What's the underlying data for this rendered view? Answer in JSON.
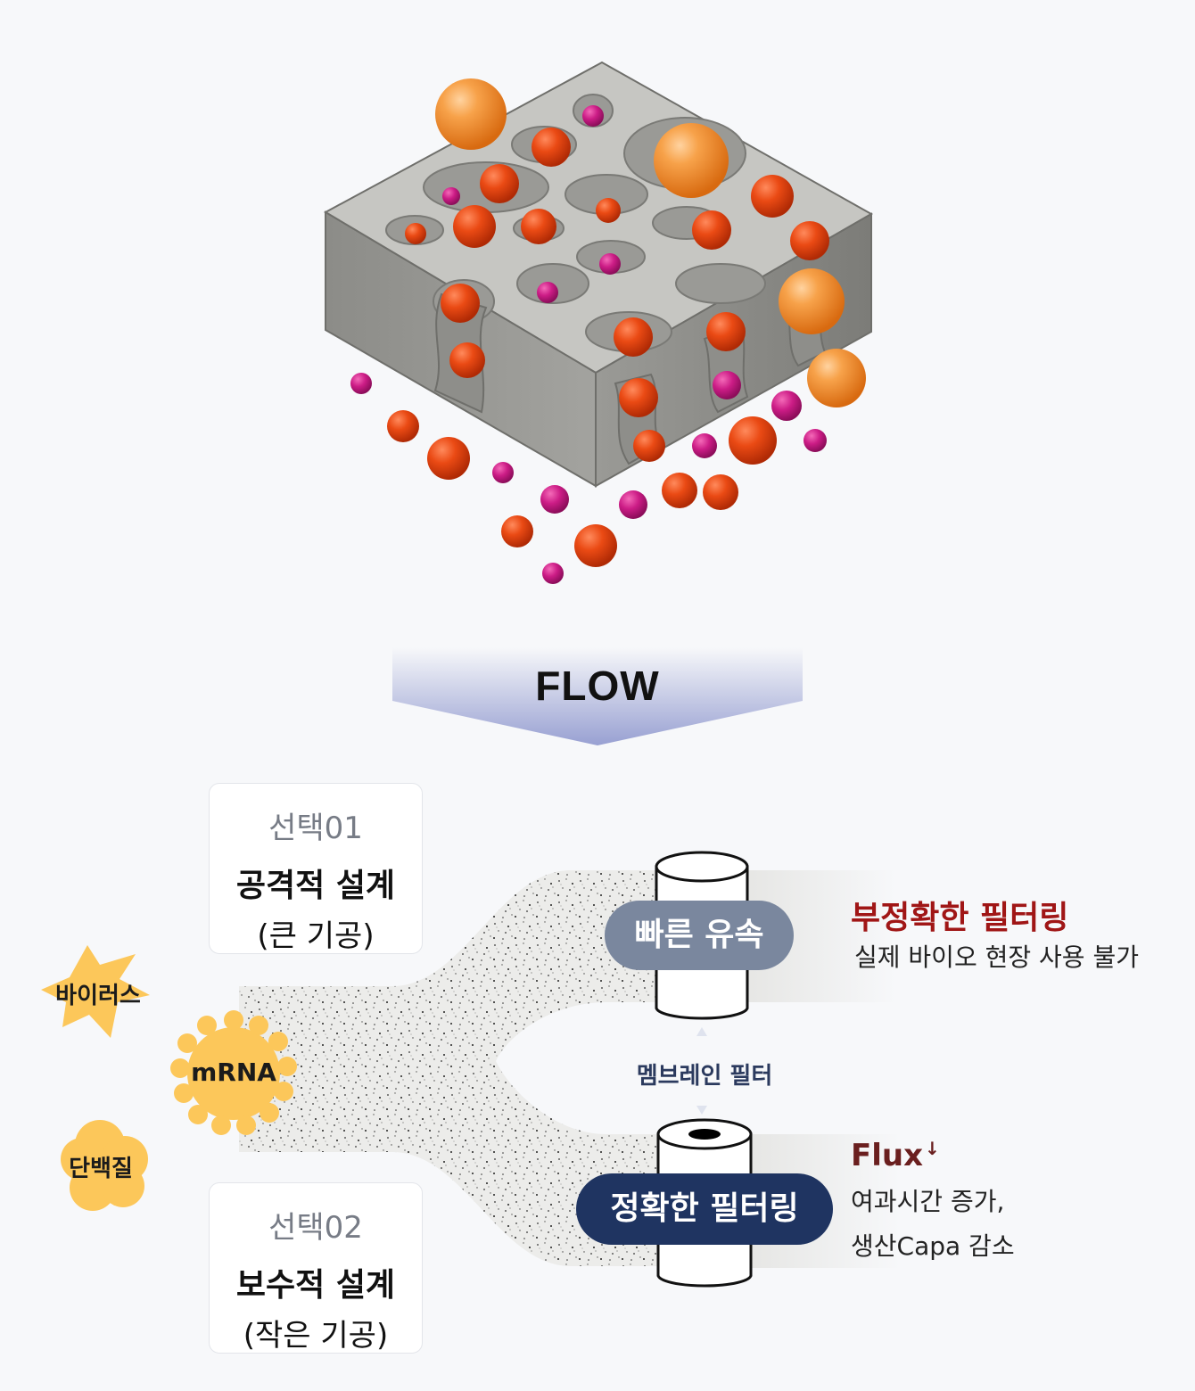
{
  "flow_label": "FLOW",
  "cards": {
    "choice1": {
      "select": "선택01",
      "title": "공격적 설계",
      "subtitle": "(큰 기공)"
    },
    "choice2": {
      "select": "선택02",
      "title": "보수적 설계",
      "subtitle": "(작은 기공)"
    }
  },
  "particles": {
    "virus": "바이러스",
    "mrna": "mRNA",
    "protein": "단백질"
  },
  "pills": {
    "fast": "빠른 유속",
    "accurate": "정확한 필터링"
  },
  "membrane_filter": "멤브레인 필터",
  "results": {
    "top": {
      "title": "부정확한 필터링",
      "text": "실제 바이오 현장 사용 불가"
    },
    "bottom": {
      "title": "Flux",
      "arrow": "↓",
      "line1": "여과시간 증가,",
      "line2": "생산Capa 감소"
    }
  },
  "colors": {
    "orange_particle": "#f28c28",
    "red_particle": "#e04010",
    "magenta_particle": "#c8187e",
    "membrane_gray": "#b8b8b4",
    "pill_fast": "#7a879e",
    "pill_accurate": "#1f3461",
    "blob_yellow": "#fcc75a"
  }
}
